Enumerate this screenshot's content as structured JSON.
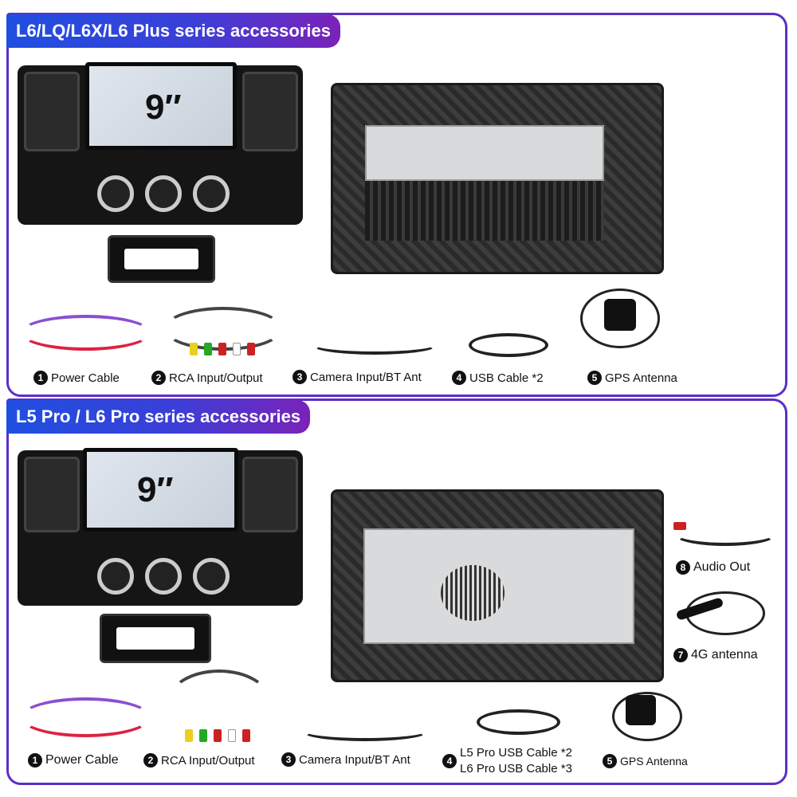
{
  "section1": {
    "title": "L6/LQ/L6X/L6 Plus series accessories",
    "screen_size": "9″",
    "accessories": [
      {
        "num": "1",
        "label": "Power Cable"
      },
      {
        "num": "2",
        "label": "RCA Input/Output"
      },
      {
        "num": "3",
        "label": "Camera Input/BT Ant"
      },
      {
        "num": "4",
        "label": "USB Cable *2"
      },
      {
        "num": "5",
        "label": "GPS Antenna"
      }
    ]
  },
  "section2": {
    "title": "L5 Pro / L6 Pro series accessories",
    "screen_size": "9″",
    "accessories": [
      {
        "num": "1",
        "label": "Power Cable"
      },
      {
        "num": "2",
        "label": "RCA Input/Output"
      },
      {
        "num": "3",
        "label": "Camera Input/BT Ant"
      },
      {
        "num": "4",
        "label": "L5 Pro USB Cable *2",
        "label2": "L6 Pro USB Cable *3"
      },
      {
        "num": "5",
        "label": "GPS Antenna"
      },
      {
        "num": "7",
        "label": "4G antenna"
      },
      {
        "num": "8",
        "label": "Audio Out"
      }
    ]
  }
}
